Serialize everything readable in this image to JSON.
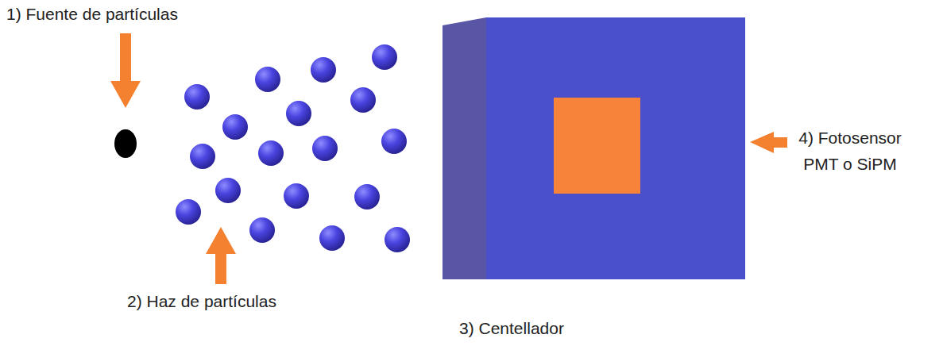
{
  "diagram": {
    "labels": [
      "1) Fuente de partículas",
      "2) Haz de partículas",
      "3) Centellador",
      "4) Fotosensor PMT o SiPM"
    ]
  }
}
